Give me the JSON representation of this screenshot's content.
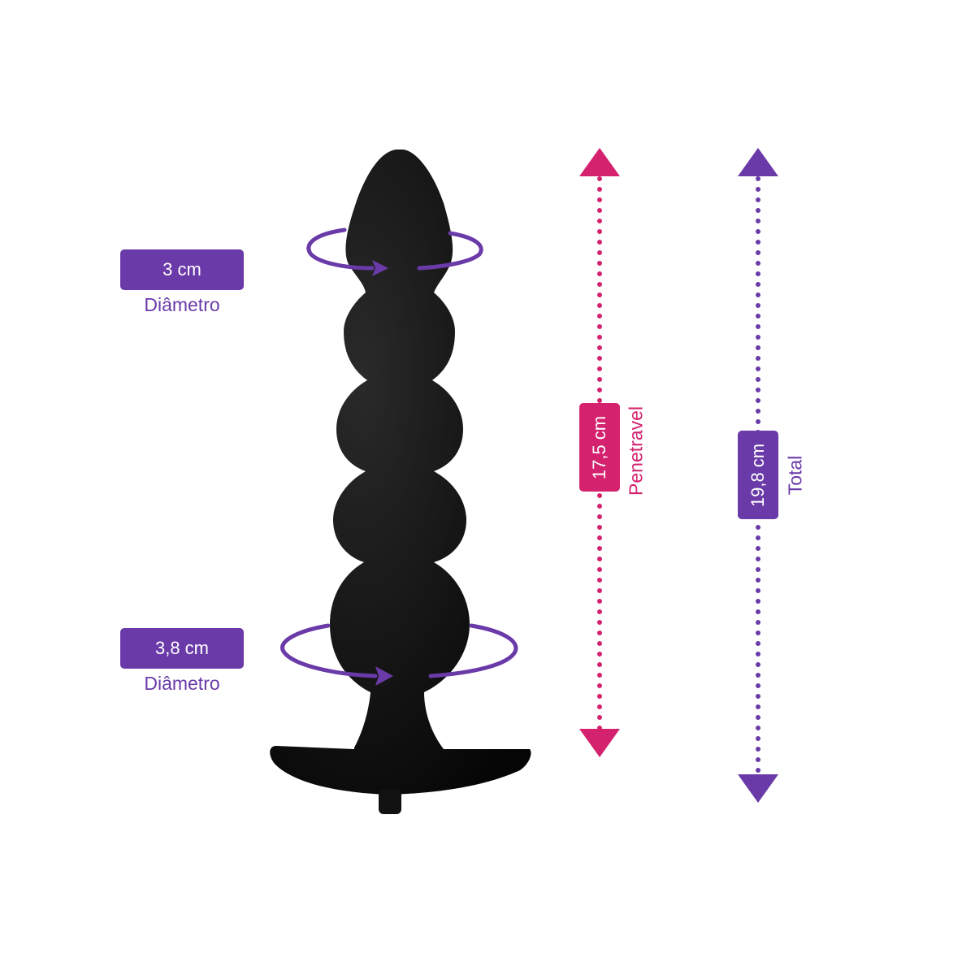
{
  "colors": {
    "purple": "#6a3aa8",
    "pink": "#d4226f",
    "product": "#0d0d0d"
  },
  "labels": {
    "top_diameter": {
      "value": "3 cm",
      "caption": "Diâmetro"
    },
    "bottom_diameter": {
      "value": "3,8 cm",
      "caption": "Diâmetro"
    },
    "penetrable_length": {
      "value": "17,5 cm",
      "caption": "Penetravel"
    },
    "total_length": {
      "value": "19,8 cm",
      "caption": "Total"
    }
  }
}
